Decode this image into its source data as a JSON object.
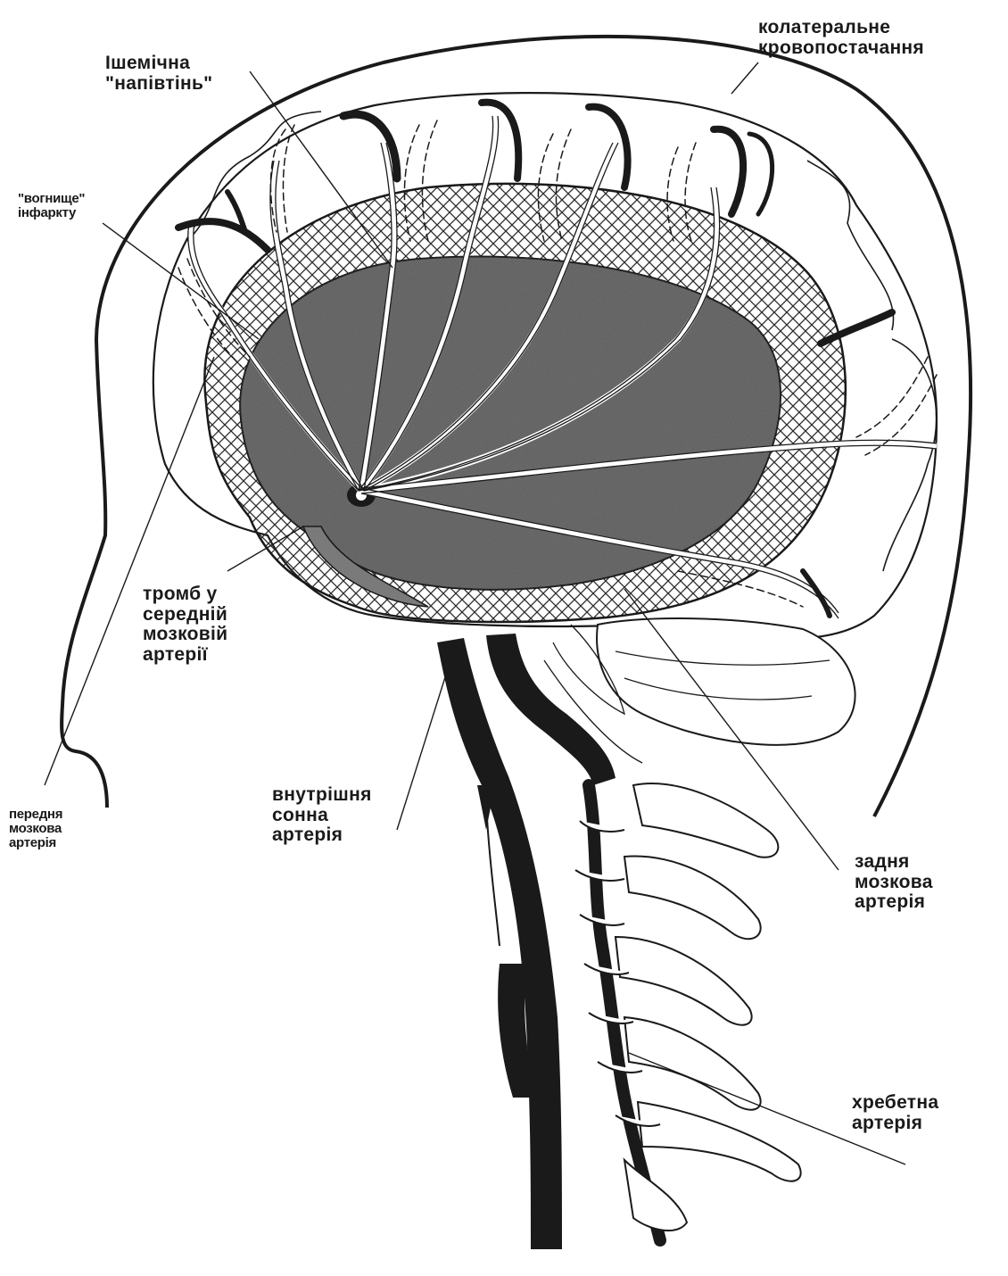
{
  "labels": {
    "ischemic_penumbra": "Ішемічна\n\"напівтінь\"",
    "collateral_supply": "колатеральне\nкровопостачання",
    "infarct_focus": "\"вогнище\"\nінфаркту",
    "thrombus": "тромб у\nсередній\nмозковій\nартерії",
    "internal_carotid": "внутрішня\nсонна\nартерія",
    "anterior_cerebral": "передня\nмозкова\nартерія",
    "posterior_cerebral": "задня\nмозкова\nартерія",
    "vertebral_artery": "хребетна\nартерія"
  },
  "colors": {
    "ink": "#1a1a1a",
    "infarct_fill": "#5a5a5a",
    "background": "#ffffff"
  }
}
